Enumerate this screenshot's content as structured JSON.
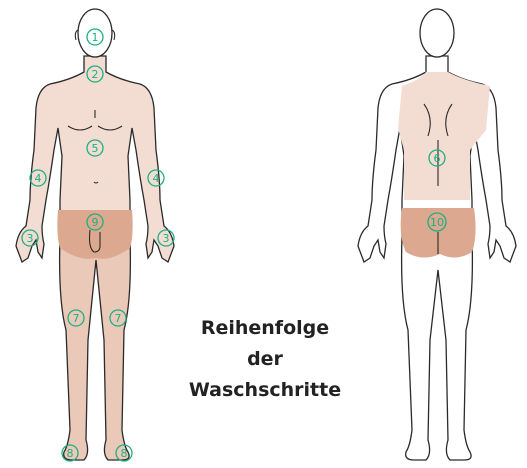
{
  "colors": {
    "outline": "#2a2a2a",
    "skin_light": "#f3ddd3",
    "skin_medium": "#ebc9b9",
    "skin_dark": "#dca890",
    "marker": "#1fae82"
  },
  "markers": {
    "front": [
      {
        "step": 1,
        "symbol": "①",
        "region": "head"
      },
      {
        "step": 2,
        "symbol": "②",
        "region": "neck"
      },
      {
        "step": 5,
        "symbol": "⑤",
        "region": "chest-abdomen"
      },
      {
        "step": 4,
        "symbol": "④",
        "region": "right-arm"
      },
      {
        "step": 4,
        "symbol": "④",
        "region": "left-arm"
      },
      {
        "step": 3,
        "symbol": "③",
        "region": "right-hand"
      },
      {
        "step": 3,
        "symbol": "③",
        "region": "left-hand"
      },
      {
        "step": 9,
        "symbol": "⑨",
        "region": "genital-area"
      },
      {
        "step": 7,
        "symbol": "⑦",
        "region": "right-leg"
      },
      {
        "step": 7,
        "symbol": "⑦",
        "region": "left-leg"
      },
      {
        "step": 8,
        "symbol": "⑧",
        "region": "right-foot"
      },
      {
        "step": 8,
        "symbol": "⑧",
        "region": "left-foot"
      }
    ],
    "back": [
      {
        "step": 6,
        "symbol": "⑥",
        "region": "back"
      },
      {
        "step": 10,
        "symbol": "⑩",
        "region": "buttocks"
      }
    ]
  },
  "caption": {
    "line1": "Reihenfolge",
    "line2": "der",
    "line3": "Waschschritte"
  }
}
